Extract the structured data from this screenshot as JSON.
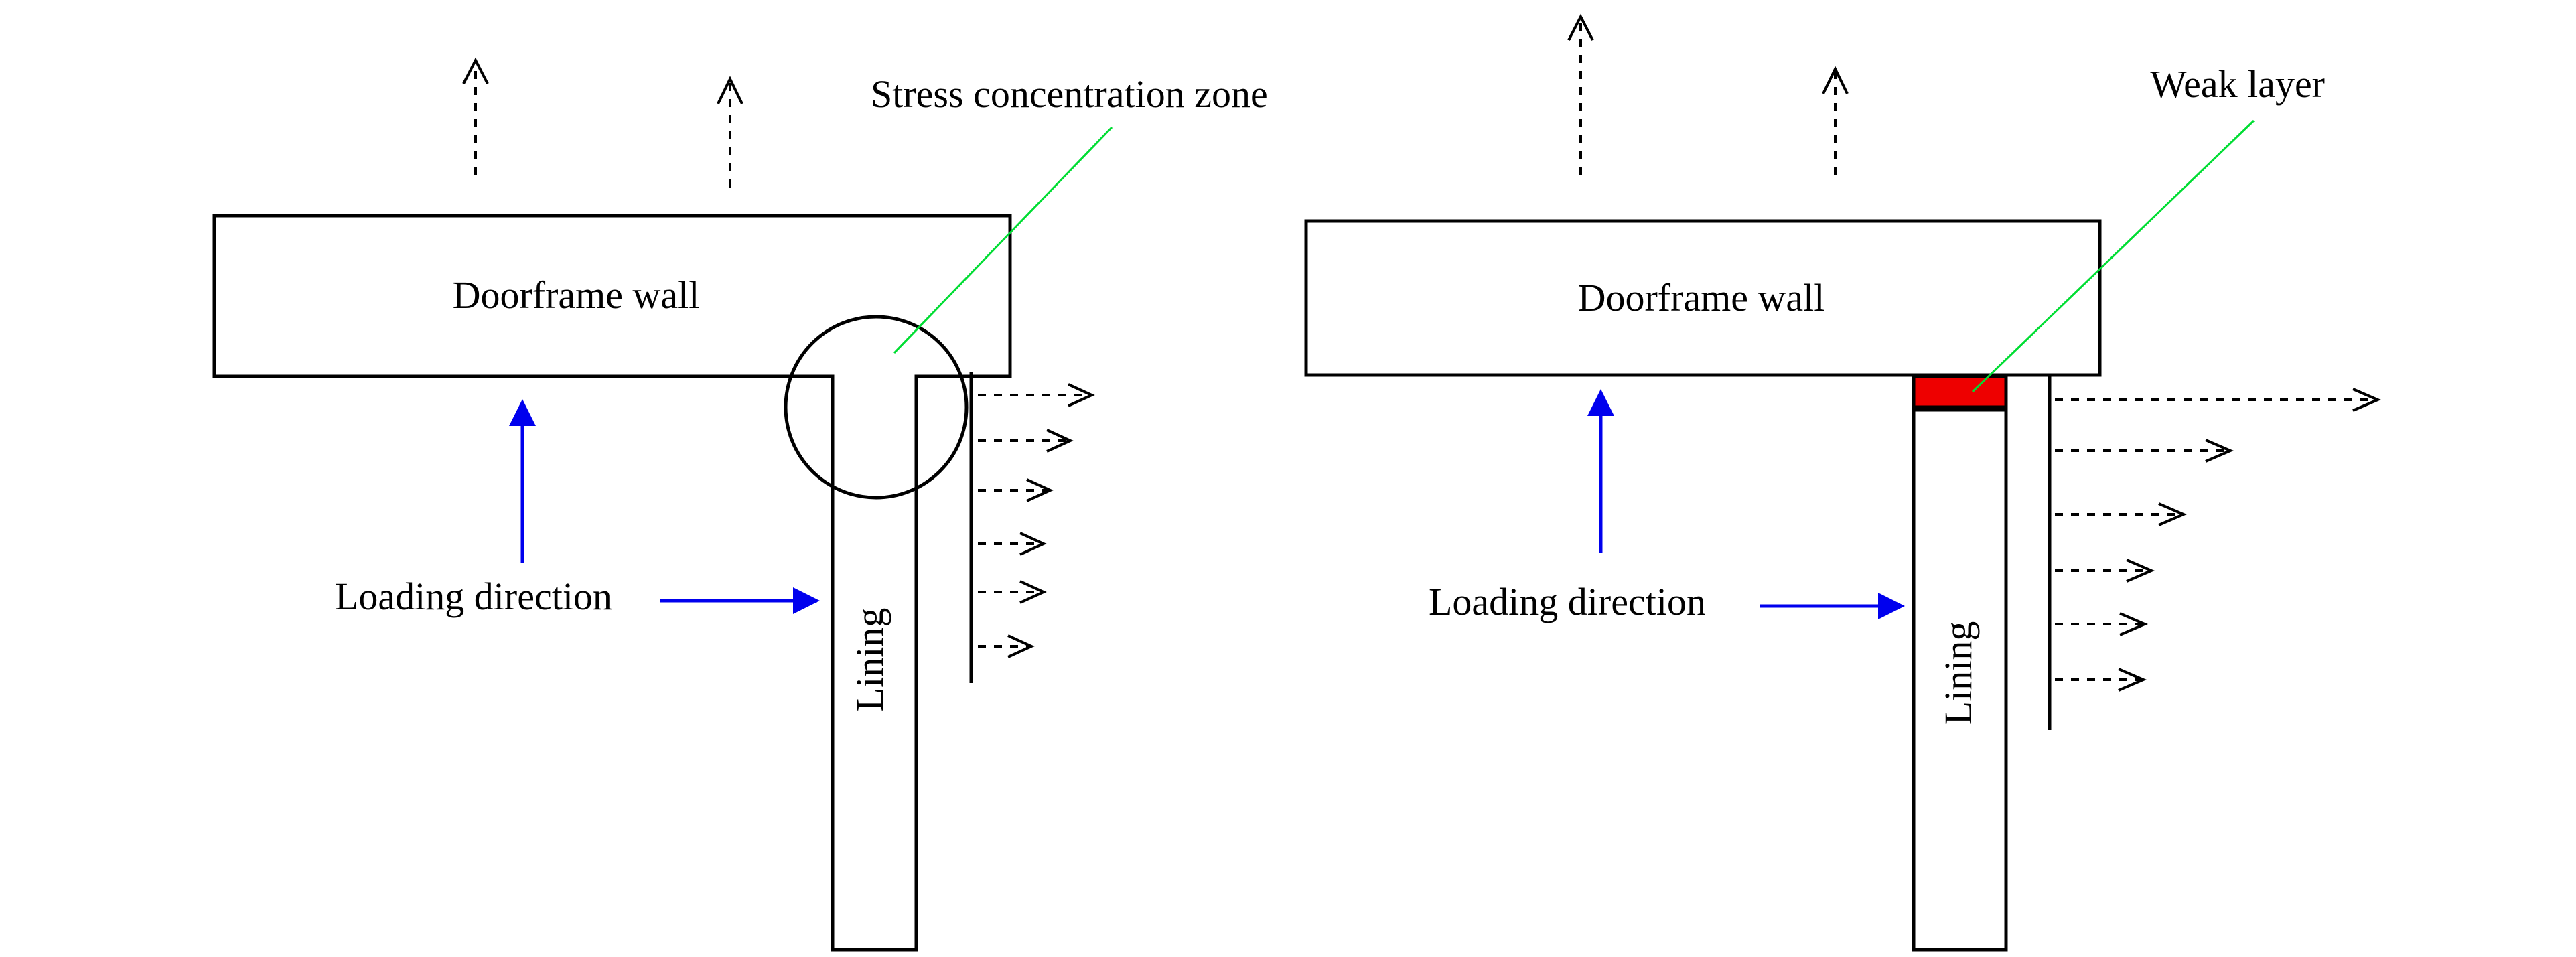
{
  "left_panel": {
    "wall_label": "Doorframe wall",
    "lining_label": "Lining",
    "loading_label": "Loading direction",
    "callout": "Stress concentration zone"
  },
  "right_panel": {
    "wall_label": "Doorframe wall",
    "lining_label": "Lining",
    "loading_label": "Loading direction",
    "callout": "Weak layer"
  },
  "colors": {
    "loading_arrow": "#0000ee",
    "callout_leader": "#00dd33",
    "weak_layer": "#ee0000",
    "outline": "#000000"
  }
}
